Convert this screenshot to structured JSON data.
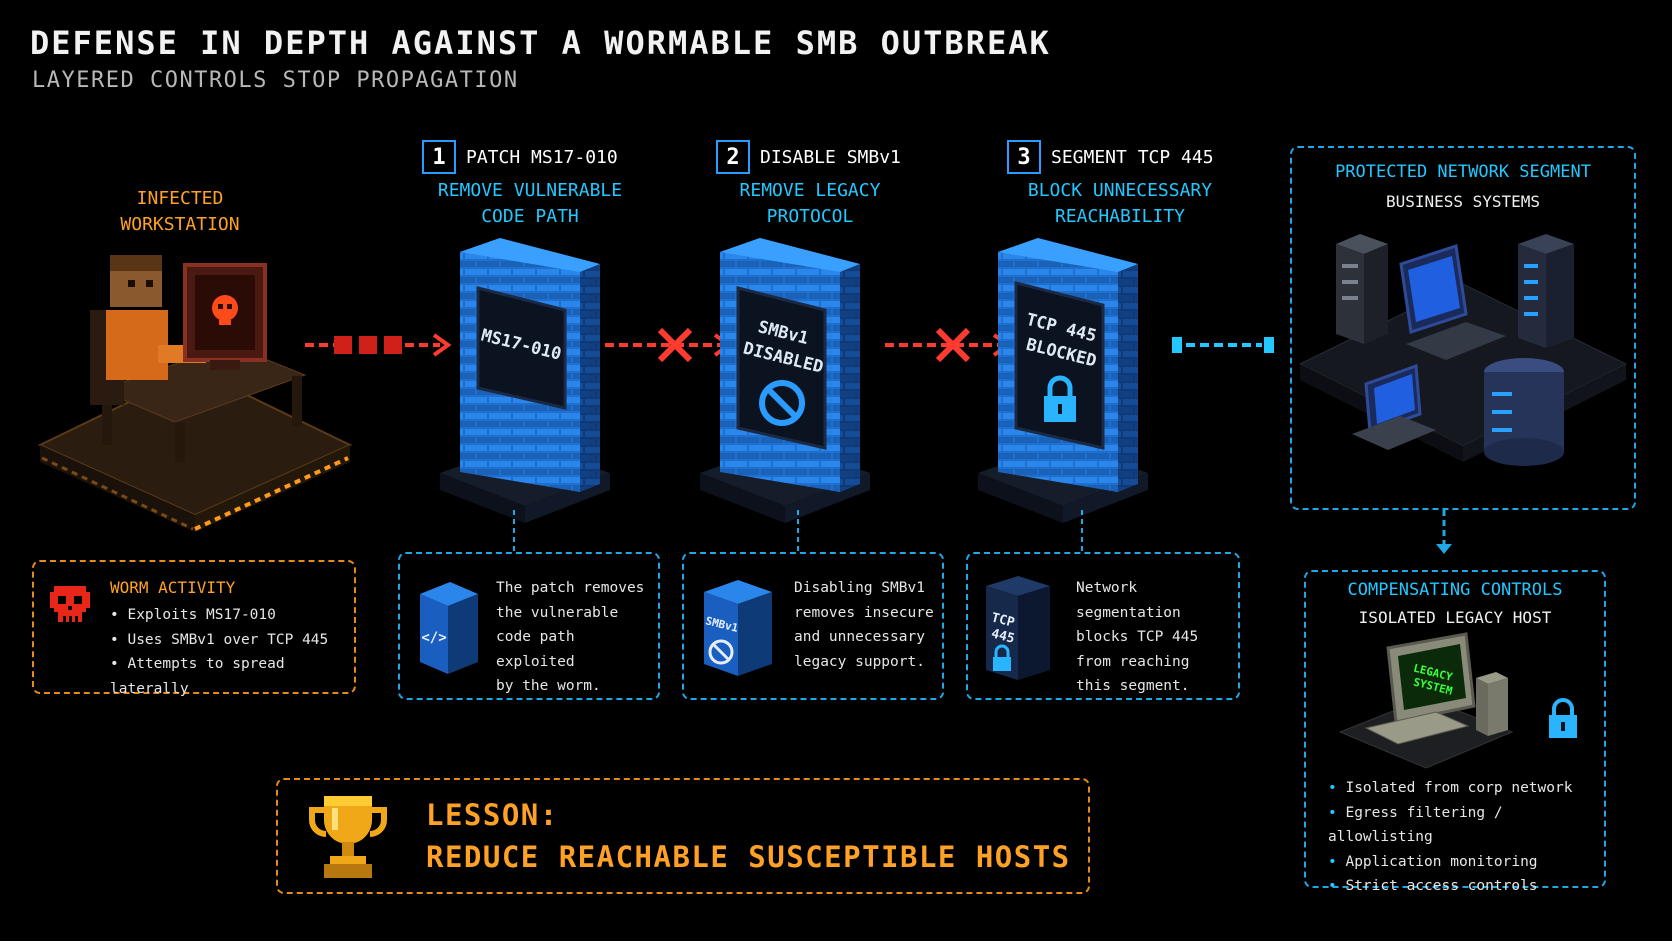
{
  "header": {
    "title": "DEFENSE IN DEPTH AGAINST A WORMABLE SMB OUTBREAK",
    "subtitle": "LAYERED CONTROLS STOP PROPAGATION"
  },
  "infected": {
    "label_line1": "INFECTED",
    "label_line2": "WORKSTATION"
  },
  "worm_box": {
    "title": "WORM ACTIVITY",
    "items": [
      "Exploits MS17-010",
      "Uses SMBv1 over TCP 445",
      "Attempts to spread laterally"
    ]
  },
  "steps": [
    {
      "number": "1",
      "title": "PATCH MS17-010",
      "sub_line1": "REMOVE VULNERABLE",
      "sub_line2": "CODE PATH",
      "wall_text1": "MS17-010",
      "wall_text2": "",
      "icon_text1": "</>",
      "icon_text2": "",
      "desc": [
        "The patch removes",
        "the vulnerable",
        "code path exploited",
        "by the worm."
      ]
    },
    {
      "number": "2",
      "title": "DISABLE SMBv1",
      "sub_line1": "REMOVE LEGACY",
      "sub_line2": "PROTOCOL",
      "wall_text1": "SMBv1",
      "wall_text2": "DISABLED",
      "icon_text1": "SMBv1",
      "icon_text2": "",
      "desc": [
        "Disabling SMBv1",
        "removes insecure",
        "and unnecessary",
        "legacy support."
      ]
    },
    {
      "number": "3",
      "title": "SEGMENT TCP 445",
      "sub_line1": "BLOCK UNNECESSARY",
      "sub_line2": "REACHABILITY",
      "wall_text1": "TCP 445",
      "wall_text2": "BLOCKED",
      "icon_text1": "TCP",
      "icon_text2": "445",
      "desc": [
        "Network segmentation",
        "blocks TCP 445",
        "from reaching",
        "this segment."
      ]
    }
  ],
  "protected": {
    "title": "PROTECTED NETWORK SEGMENT",
    "subtitle": "BUSINESS SYSTEMS"
  },
  "compensating": {
    "title": "COMPENSATING CONTROLS",
    "subtitle": "ISOLATED LEGACY HOST",
    "screen_line1": "LEGACY",
    "screen_line2": "SYSTEM",
    "items": [
      "Isolated from corp network",
      "Egress filtering / allowlisting",
      "Application monitoring",
      "Strict access controls"
    ]
  },
  "lesson": {
    "line1": "LESSON:",
    "line2": "REDUCE REACHABLE SUSCEPTIBLE HOSTS"
  },
  "colors": {
    "accent_blue": "#22c8ff",
    "accent_orange": "#ffa126",
    "alert_red": "#ff3b30"
  }
}
